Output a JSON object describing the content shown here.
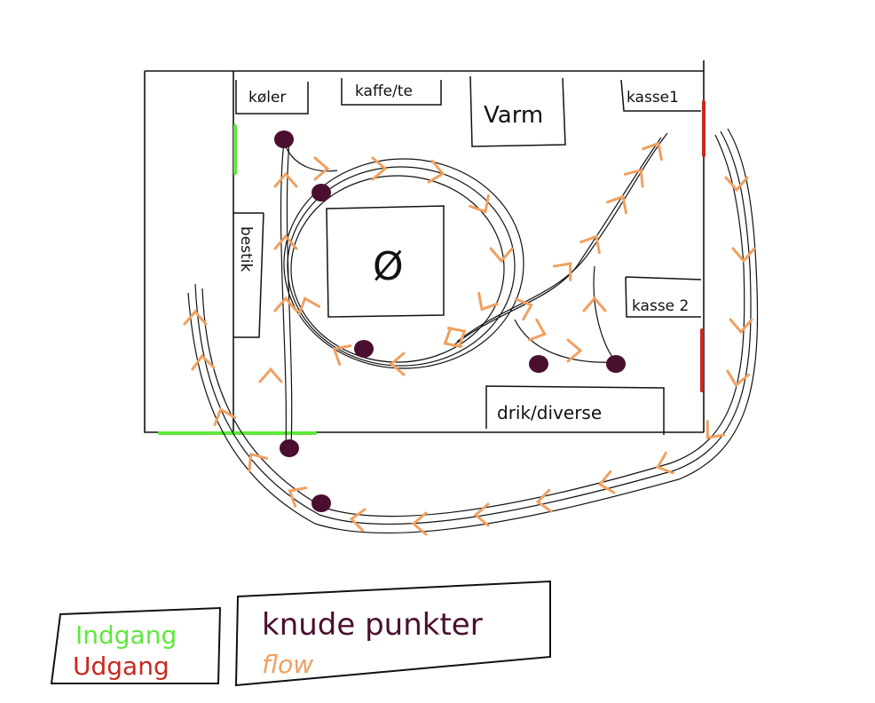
{
  "colors": {
    "entrance": "#5fe83a",
    "exit": "#c8281e",
    "node": "#4a0f2e",
    "flow": "#f0a060",
    "ink": "#111111"
  },
  "stations": {
    "cooler": "køler",
    "coffee_tea": "kaffe/te",
    "warm": "Varm",
    "register1": "kasse1",
    "cutlery": "bestik",
    "center": "Ø",
    "register2": "kasse 2",
    "drinks_misc": "drik/diverse"
  },
  "legend": {
    "entrance": "Indgang",
    "exit": "Udgang",
    "nodes": "knude punkter",
    "flow": "flow"
  }
}
